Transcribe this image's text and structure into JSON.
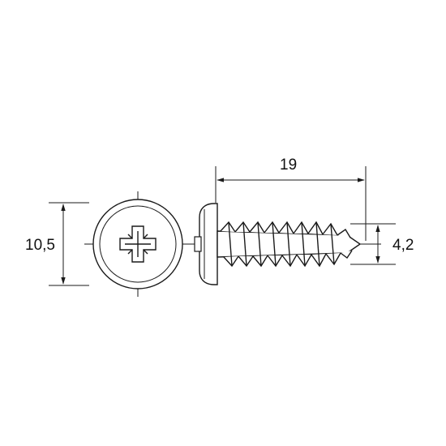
{
  "dimensions": {
    "length": "19",
    "head_diameter": "10,5",
    "thread_diameter": "4,2"
  },
  "colors": {
    "line": "#1a1a1a",
    "background": "#ffffff"
  }
}
